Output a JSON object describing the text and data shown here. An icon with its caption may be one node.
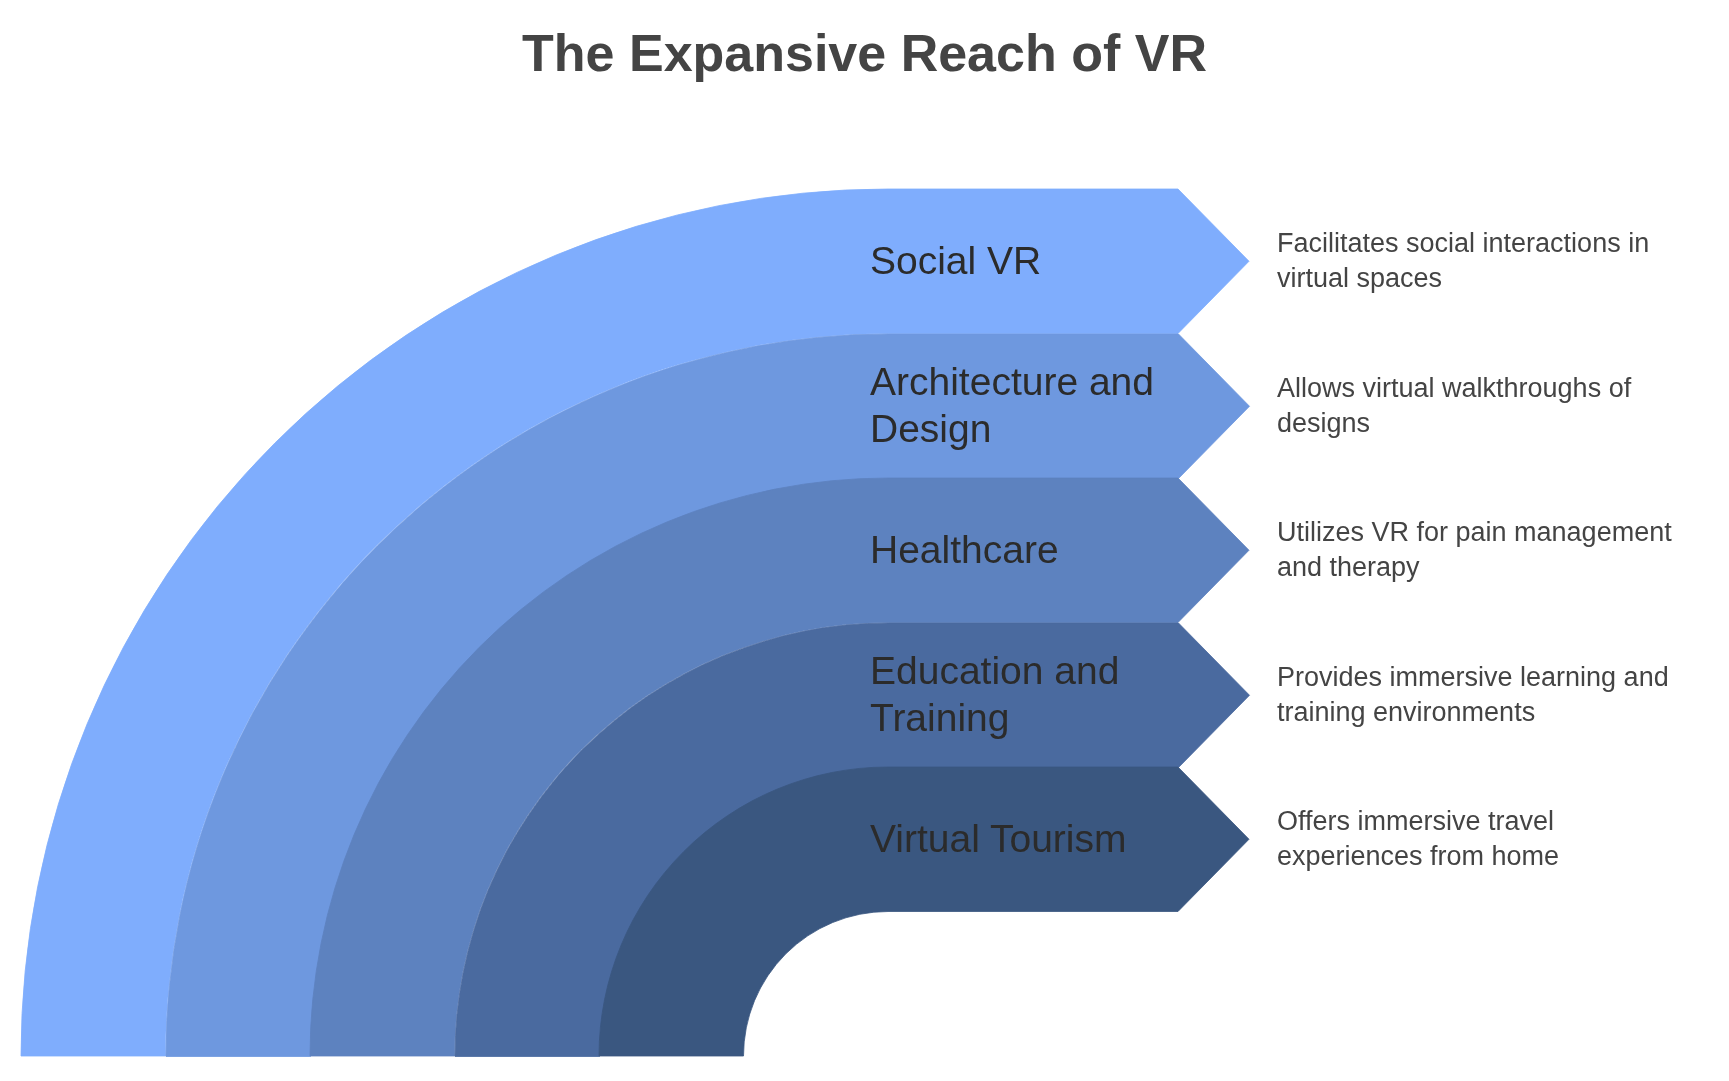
{
  "diagram": {
    "title": "The Expansive Reach of VR",
    "nodes": [
      {
        "text": [
          "Social VR"
        ],
        "beside": [
          "Facilitates social interactions in virtual spaces"
        ]
      },
      {
        "text": [
          "Architecture and Design"
        ],
        "beside": [
          "Allows virtual walkthroughs of designs"
        ]
      },
      {
        "text": [
          "Healthcare"
        ],
        "beside": [
          "Utilizes VR for pain management and therapy"
        ]
      },
      {
        "text": [
          "Education and Training"
        ],
        "beside": [
          "Provides immersive learning and training environments"
        ]
      },
      {
        "text": [
          "Virtual Tourism"
        ],
        "beside": [
          "Offers immersive travel experiences from home"
        ]
      }
    ]
  }
}
